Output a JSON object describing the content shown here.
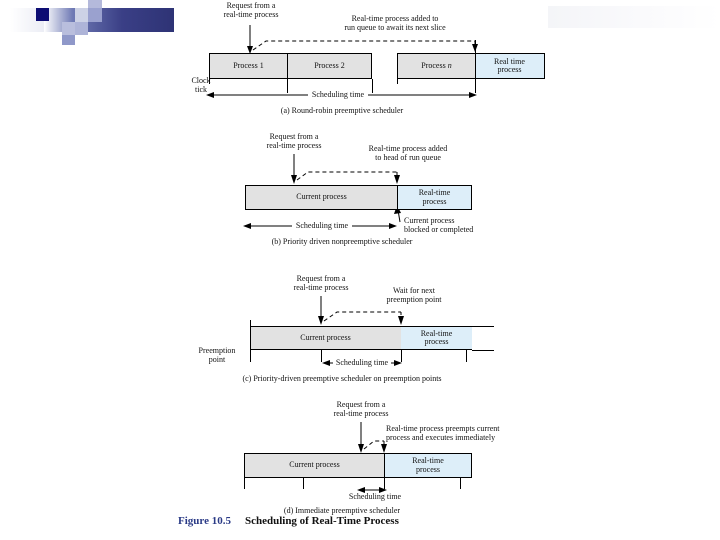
{
  "slide": {
    "decoration": {
      "name": "powerpoint-banner",
      "bar_gradient_from": "#ffffff",
      "bar_gradient_to": "#2e3375",
      "accent_dark": "#0d0d73",
      "accent_mid": "#8f98c9",
      "accent_light": "#c9cde4"
    }
  },
  "figure": {
    "number": "Figure 10.5",
    "title": "Scheduling of Real-Time Process",
    "number_color": "#2a3a86",
    "colors": {
      "normal_process_fill": "#e2e2e2",
      "realtime_process_fill": "#ddeef9",
      "stroke": "#000000"
    },
    "panels": [
      {
        "id": "a",
        "caption": "(a) Round-robin preemptive scheduler",
        "left_label": "Clock\ntick",
        "left_label_line1": "Clock",
        "left_label_line2": "tick",
        "request_label_line1": "Request from a",
        "request_label_line2": "real-time process",
        "note_line1": "Real-time process added to",
        "note_line2": "run queue to await its next slice",
        "measure_label": "Scheduling time",
        "boxes": [
          {
            "label": "Process 1",
            "kind": "normal"
          },
          {
            "label": "Process 2",
            "kind": "normal"
          },
          {
            "label": "Process n",
            "kind": "normal",
            "italic_tail": "n"
          },
          {
            "label_line1": "Real time",
            "label_line2": "process",
            "kind": "realtime"
          }
        ]
      },
      {
        "id": "b",
        "caption": "(b) Priority driven nonpreemptive scheduler",
        "request_label_line1": "Request from a",
        "request_label_line2": "real-time process",
        "note_line1": "Real-time process added",
        "note_line2": "to head of run queue",
        "note2_line1": "Current process",
        "note2_line2": "blocked or completed",
        "measure_label": "Scheduling time",
        "boxes": [
          {
            "label": "Current process",
            "kind": "normal"
          },
          {
            "label_line1": "Real-time",
            "label_line2": "process",
            "kind": "realtime"
          }
        ]
      },
      {
        "id": "c",
        "caption": "(c) Priority-driven preemptive scheduler on preemption points",
        "left_label_line1": "Preemption",
        "left_label_line2": "point",
        "request_label_line1": "Request from a",
        "request_label_line2": "real-time process",
        "note_line1": "Wait for next",
        "note_line2": "preemption point",
        "measure_label": "Scheduling time",
        "boxes": [
          {
            "label": "Current process",
            "kind": "normal"
          },
          {
            "label_line1": "Real-time",
            "label_line2": "process",
            "kind": "realtime"
          }
        ]
      },
      {
        "id": "d",
        "caption": "(d) Immediate preemptive scheduler",
        "request_label_line1": "Request from a",
        "request_label_line2": "real-time process",
        "note_line1": "Real-time process preempts current",
        "note_line2": "process and executes immediately",
        "measure_label": "Scheduling time",
        "boxes": [
          {
            "label": "Current process",
            "kind": "normal"
          },
          {
            "label_line1": "Real-time",
            "label_line2": "process",
            "kind": "realtime"
          }
        ]
      }
    ]
  }
}
